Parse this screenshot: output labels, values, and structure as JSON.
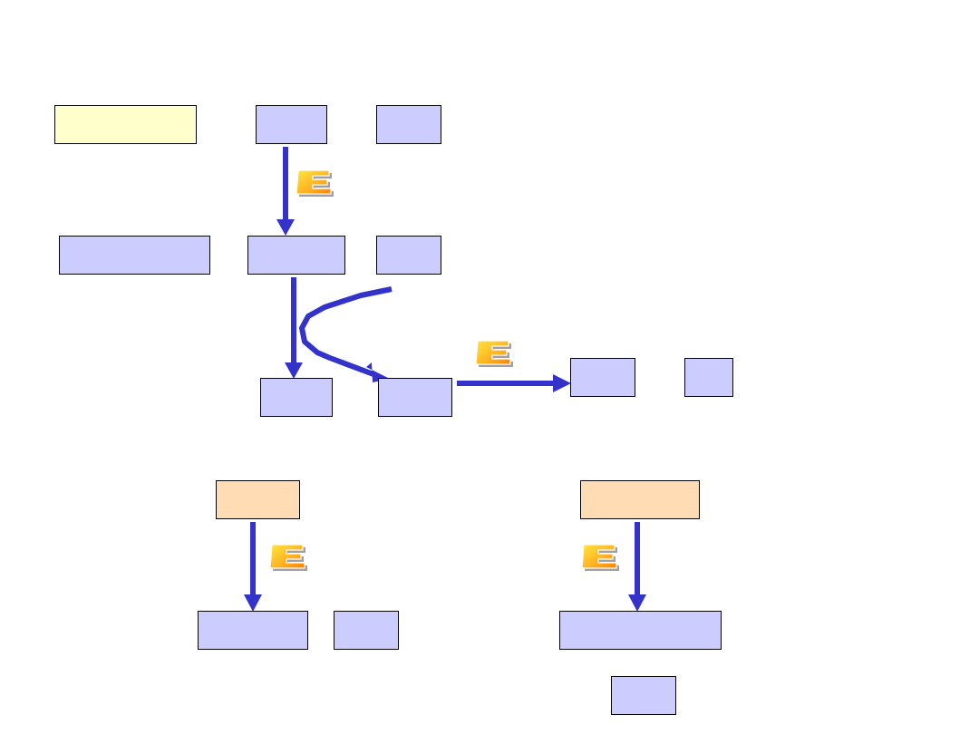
{
  "colors": {
    "box_blue": "#ccccff",
    "box_yellow": "#ffffcc",
    "box_peach": "#ffdcb4",
    "arrow": "#3333cc",
    "badge_orange": "#ff9900",
    "badge_yellow": "#ffee44"
  },
  "boxes": [
    {
      "id": "box-yellow-top",
      "fill": "box_yellow",
      "text": ""
    },
    {
      "id": "box-row1-a",
      "fill": "box_blue",
      "text": ""
    },
    {
      "id": "box-row1-b",
      "fill": "box_blue",
      "text": ""
    },
    {
      "id": "box-row2-wide",
      "fill": "box_blue",
      "text": ""
    },
    {
      "id": "box-row2-a",
      "fill": "box_blue",
      "text": ""
    },
    {
      "id": "box-row2-b",
      "fill": "box_blue",
      "text": ""
    },
    {
      "id": "box-row3-a",
      "fill": "box_blue",
      "text": ""
    },
    {
      "id": "box-row3-b",
      "fill": "box_blue",
      "text": ""
    },
    {
      "id": "box-row3-c",
      "fill": "box_blue",
      "text": ""
    },
    {
      "id": "box-row3-d",
      "fill": "box_blue",
      "text": ""
    },
    {
      "id": "box-peach-left",
      "fill": "box_peach",
      "text": ""
    },
    {
      "id": "box-bottom-left-a",
      "fill": "box_blue",
      "text": ""
    },
    {
      "id": "box-bottom-left-b",
      "fill": "box_blue",
      "text": ""
    },
    {
      "id": "box-peach-right",
      "fill": "box_peach",
      "text": ""
    },
    {
      "id": "box-bottom-right-wide",
      "fill": "box_blue",
      "text": ""
    },
    {
      "id": "box-bottom-right-small",
      "fill": "box_blue",
      "text": ""
    }
  ],
  "badge_icon": "flame-e-icon"
}
